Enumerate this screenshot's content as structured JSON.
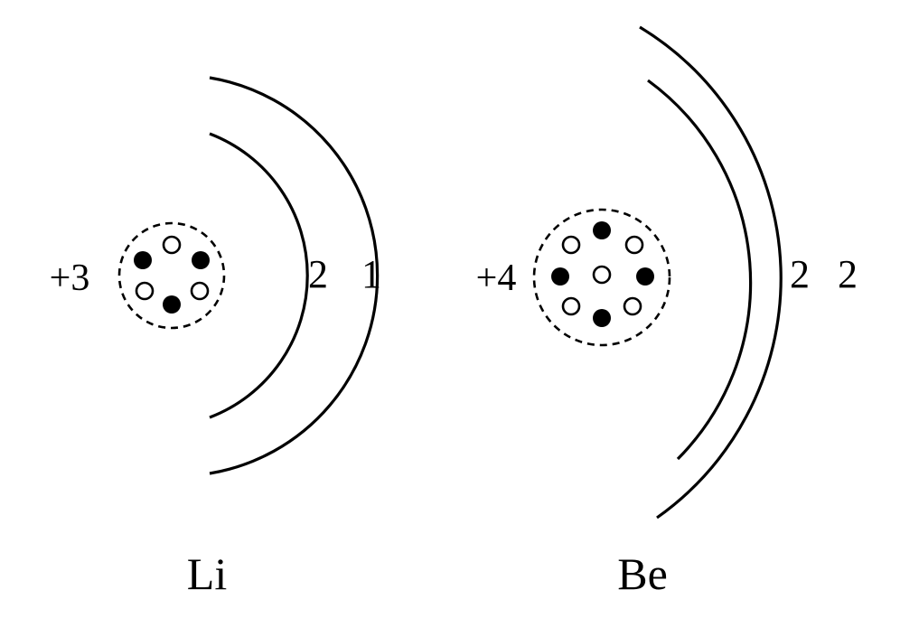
{
  "colors": {
    "ink": "#000000",
    "background": "#ffffff"
  },
  "atoms": [
    {
      "symbol": "Li",
      "charge": "+3",
      "protons": 3,
      "neutrons": 3,
      "shells": [
        "2",
        "1"
      ]
    },
    {
      "symbol": "Be",
      "charge": "+4",
      "protons": 4,
      "neutrons": 5,
      "shells": [
        "2",
        "2"
      ]
    }
  ]
}
